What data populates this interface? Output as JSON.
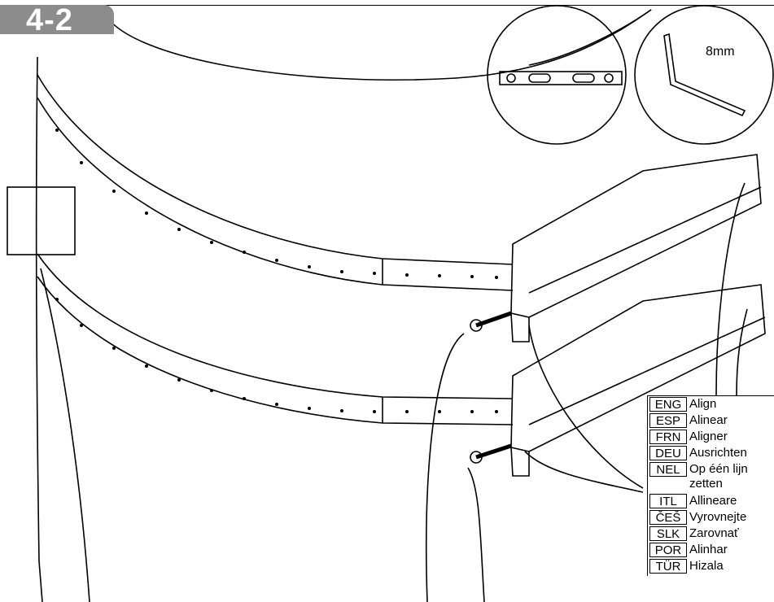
{
  "step": {
    "label": "4-2"
  },
  "tools": {
    "wrench_size": "8mm"
  },
  "legend": {
    "items": [
      {
        "code": "ENG",
        "text": "Align"
      },
      {
        "code": "ESP",
        "text": "Alinear"
      },
      {
        "code": "FRN",
        "text": "Aligner"
      },
      {
        "code": "DEU",
        "text": "Ausrichten"
      },
      {
        "code": "NEL",
        "text": "Op één lijn zetten"
      },
      {
        "code": "ITL",
        "text": "Allineare"
      },
      {
        "code": "ČEŠ",
        "text": "Vyrovnejte"
      },
      {
        "code": "SLK",
        "text": "Zarovnať"
      },
      {
        "code": "POR",
        "text": "Alinhar"
      },
      {
        "code": "TÜR",
        "text": "Hizala"
      }
    ]
  },
  "colors": {
    "badge": "#8c8c8c",
    "line": "#000000"
  }
}
